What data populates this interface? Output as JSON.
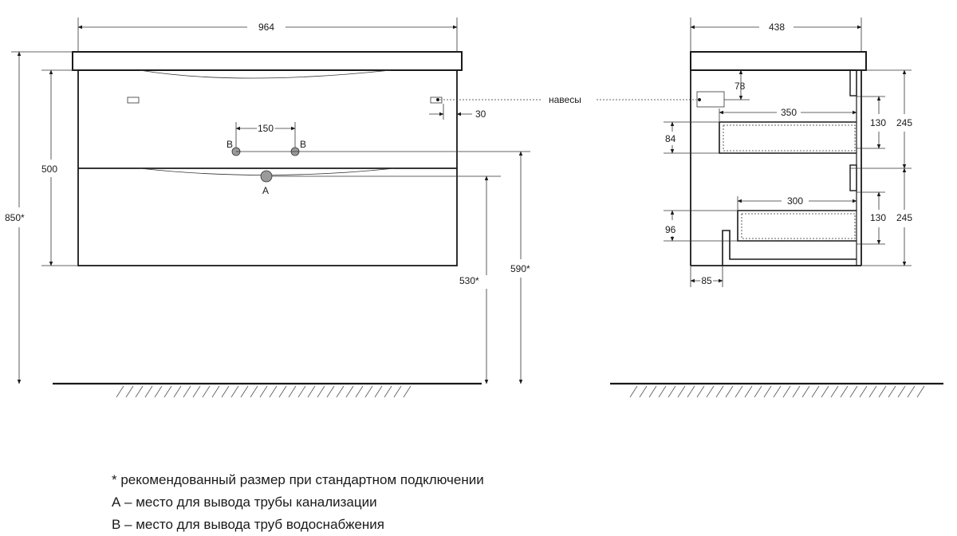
{
  "front": {
    "width": "964",
    "total_height": "850*",
    "body_height": "500",
    "drain_height": "530*",
    "supply_height": "590*",
    "pipe_spacing": "150",
    "hinge_offset": "30",
    "label_b": "B",
    "label_a": "A"
  },
  "side": {
    "depth": "438",
    "hinge_height": "78",
    "hinges_label": "навесы",
    "drawer_top_depth": "350",
    "drawer_top_height": "84",
    "drawer_bottom_depth": "300",
    "drawer_bottom_height": "96",
    "plinth_offset": "85",
    "drawer_upper_front": "245",
    "drawer_upper_inner": "130",
    "drawer_lower_front": "245",
    "drawer_lower_inner": "130"
  },
  "notes": {
    "recommended": "* рекомендованный размер при стандартном подключении",
    "drain": "А – место для вывода трубы канализации",
    "supply": "В – место для вывода труб водоснабжения"
  }
}
